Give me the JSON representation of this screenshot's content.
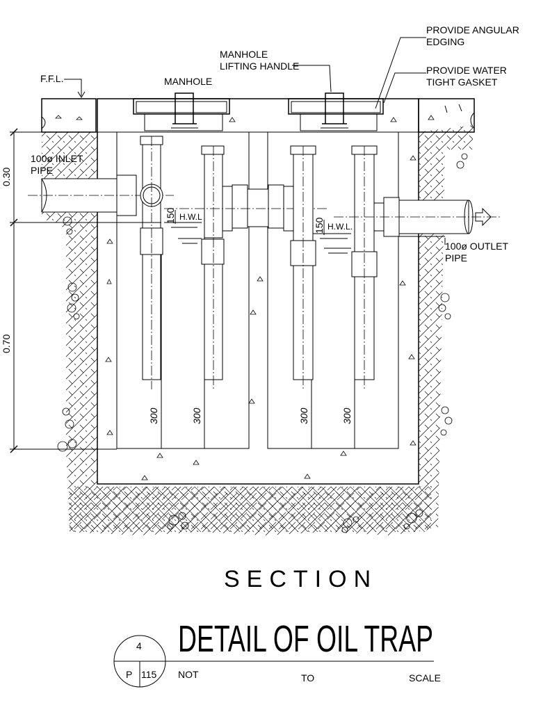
{
  "labels": {
    "ffl": "F.F.L.",
    "manhole": "MANHOLE",
    "manhole_lifting_1": "MANHOLE",
    "manhole_lifting_2": "LIFTING HANDLE",
    "angular_1": "PROVIDE ANGULAR",
    "angular_2": "EDGING",
    "gasket_1": "PROVIDE WATER",
    "gasket_2": "TIGHT GASKET",
    "inlet_1": "100ø INLET",
    "inlet_2": "PIPE",
    "outlet_1": "100ø OUTLET",
    "outlet_2": "PIPE",
    "hwl": "H.W.L",
    "hwl2": "H.W.L.",
    "dim_150": "150",
    "dim_top": "0.30",
    "dim_main": "0.70",
    "dim_300": "300"
  },
  "section_label": "SECTION",
  "title_block": {
    "title": "DETAIL OF OIL TRAP",
    "detail_no": "4",
    "sheet_prefix": "P",
    "sheet_no": "115",
    "scale_1": "NOT",
    "scale_2": "TO",
    "scale_3": "SCALE"
  }
}
